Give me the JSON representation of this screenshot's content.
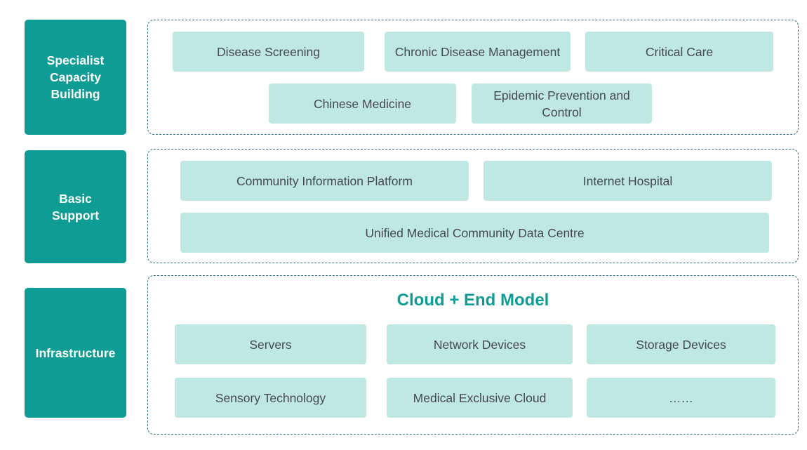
{
  "layers": [
    {
      "label": "Specialist Capacity Building",
      "items": [
        "Disease Screening",
        "Chronic Disease Management",
        "Critical Care",
        "Chinese Medicine",
        "Epidemic Prevention and Control"
      ]
    },
    {
      "label": "Basic Support",
      "items": [
        "Community Information Platform",
        "Internet Hospital",
        "Unified Medical Community Data Centre"
      ]
    },
    {
      "label": "Infrastructure",
      "heading": "Cloud + End Model",
      "items": [
        "Servers",
        "Network Devices",
        "Storage Devices",
        "Sensory Technology",
        "Medical Exclusive Cloud",
        "……"
      ]
    }
  ],
  "colors": {
    "label_fill": "#0e9c94",
    "box_fill": "#c0e8e3",
    "frame_border": "#2f6f87",
    "heading_text": "#0e9c94",
    "box_text": "#444a4c"
  }
}
